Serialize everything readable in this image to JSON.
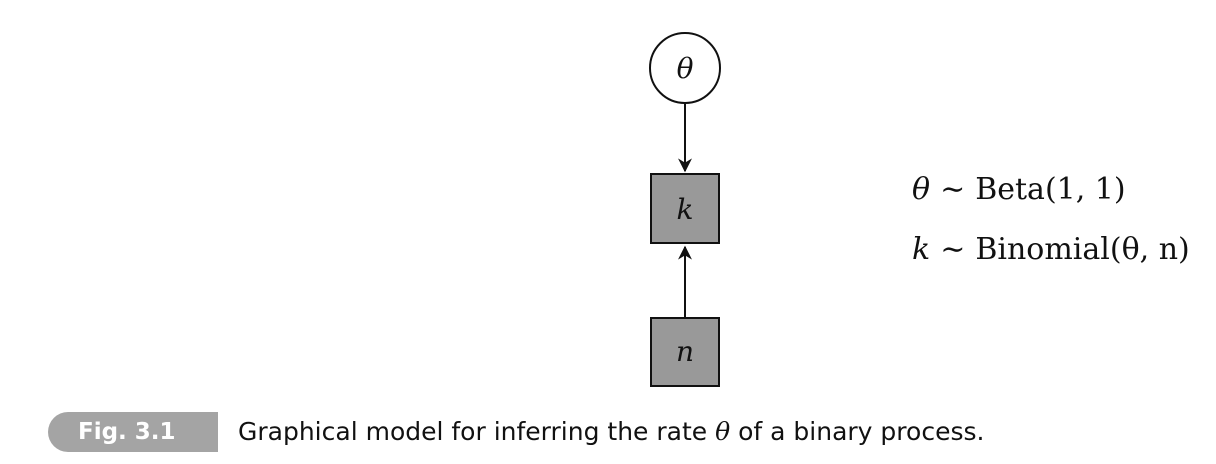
{
  "diagram": {
    "nodes": [
      {
        "id": "theta",
        "label": "θ",
        "shape": "circle",
        "fill": "#ffffff"
      },
      {
        "id": "k",
        "label": "k",
        "shape": "square",
        "fill": "#999999"
      },
      {
        "id": "n",
        "label": "n",
        "shape": "square",
        "fill": "#999999"
      }
    ],
    "edges": [
      {
        "from": "theta",
        "to": "k"
      },
      {
        "from": "n",
        "to": "k"
      }
    ]
  },
  "equations": [
    {
      "var": "θ",
      "op": "∼",
      "dist": "Beta(1, 1)"
    },
    {
      "var": "k",
      "op": "∼",
      "dist": "Binomial(θ, n)"
    }
  ],
  "caption": {
    "figure_label": "Fig. 3.1",
    "text_before": "Graphical model for inferring the rate ",
    "symbol": "θ",
    "text_after": " of a binary process."
  },
  "colors": {
    "badge": "#a4a4a4",
    "observed_node": "#999999",
    "latent_node": "#ffffff",
    "stroke": "#111111"
  }
}
